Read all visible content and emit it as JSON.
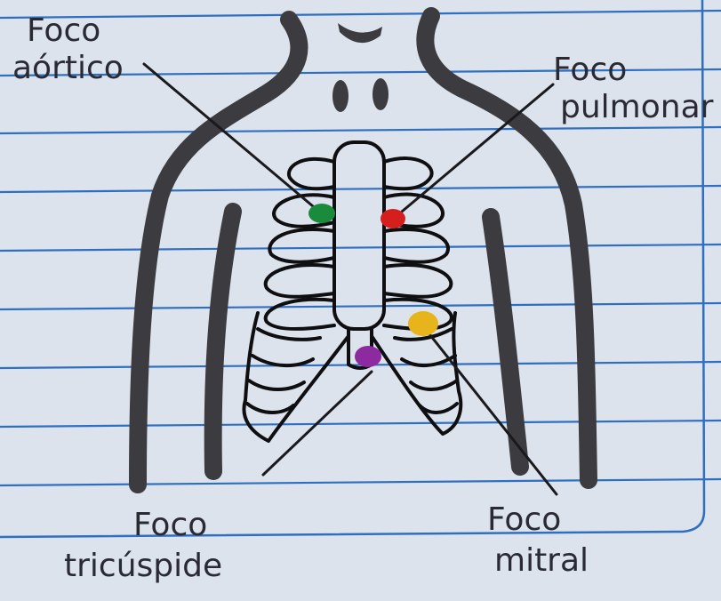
{
  "labels": {
    "aortic": [
      "Foco",
      "aórtico"
    ],
    "pulmonary": [
      "Foco",
      "pulmonar"
    ],
    "tricuspid": [
      "Foco",
      "tricúspide"
    ],
    "mitral": [
      "Foco",
      "mitral"
    ]
  },
  "dot_colors": {
    "aortic": "#1a8a3c",
    "pulmonary": "#d51f1f",
    "tricuspid": "#8d2aa0",
    "mitral": "#e8b41c"
  },
  "colors": {
    "paper": "#dde3ec",
    "rule_line": "#2f6fc0",
    "ink_dark": "#3c3c40",
    "ink_outline": "#0f0f12"
  }
}
